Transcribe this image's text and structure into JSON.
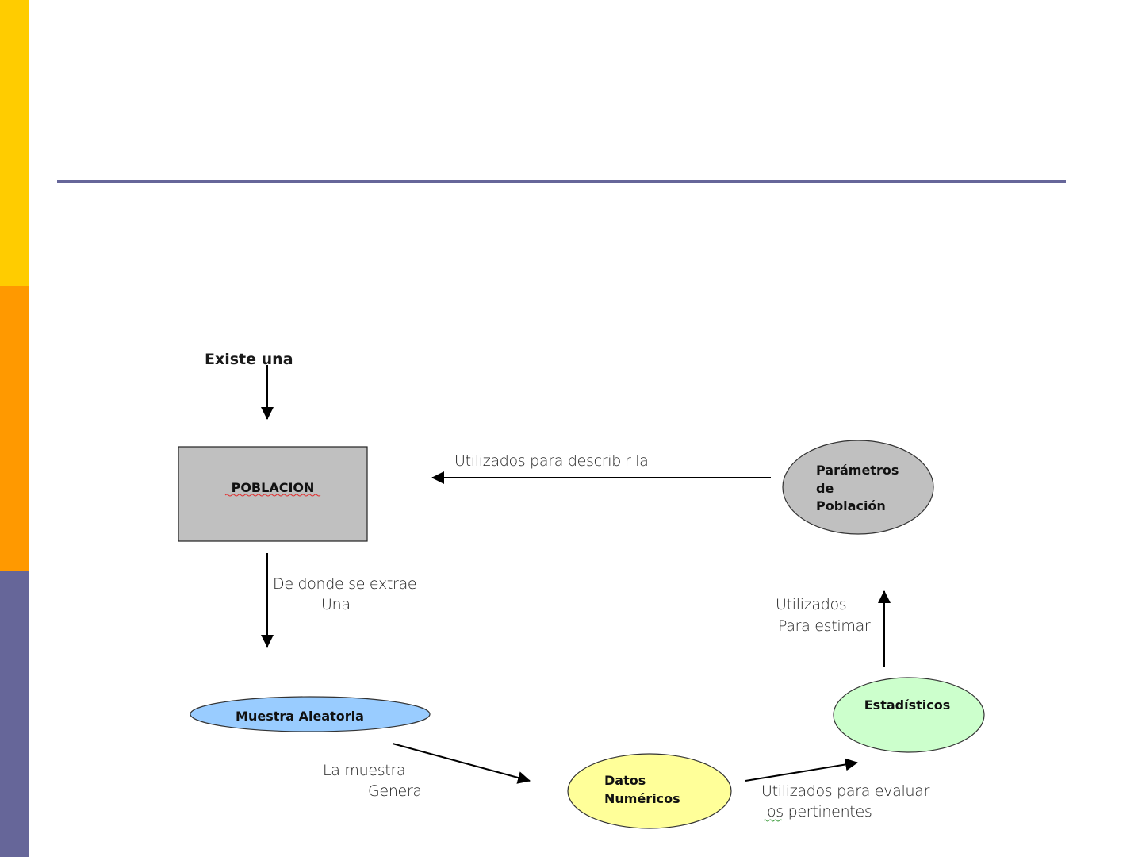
{
  "slide": {
    "side_bar_colors": [
      "#ffcc00",
      "#ff9900",
      "#666699"
    ],
    "divider_color": "#666699"
  },
  "diagram": {
    "nodes": {
      "poblacion": {
        "label": "POBLACION",
        "shape": "rectangle",
        "fill": "#c0c0c0"
      },
      "parametros": {
        "lines": [
          "Parámetros",
          "de",
          "Población"
        ],
        "shape": "ellipse",
        "fill": "#c0c0c0"
      },
      "muestra": {
        "label": "Muestra Aleatoria",
        "shape": "ellipse",
        "fill": "#99ccff"
      },
      "datos": {
        "lines": [
          "Datos",
          "Numéricos"
        ],
        "shape": "ellipse",
        "fill": "#ffff99"
      },
      "estadisticos": {
        "label": "Estadísticos",
        "shape": "ellipse",
        "fill": "#ccffcc"
      }
    },
    "edge_labels": {
      "existe": "Existe una",
      "describir": "Utilizados para describir la",
      "extrae_1": "De donde se extrae",
      "extrae_2": "Una",
      "genera_1": "La muestra",
      "genera_2": "Genera",
      "evaluar_1": "Utilizados para evaluar",
      "evaluar_2": "los pertinentes",
      "estimar_1": "Utilizados",
      "estimar_2": "Para estimar"
    },
    "edges": [
      {
        "from": "existe",
        "to": "poblacion"
      },
      {
        "from": "parametros",
        "to": "poblacion"
      },
      {
        "from": "poblacion",
        "to": "muestra"
      },
      {
        "from": "muestra",
        "to": "datos"
      },
      {
        "from": "datos",
        "to": "estadisticos"
      },
      {
        "from": "estadisticos",
        "to": "parametros"
      }
    ]
  }
}
